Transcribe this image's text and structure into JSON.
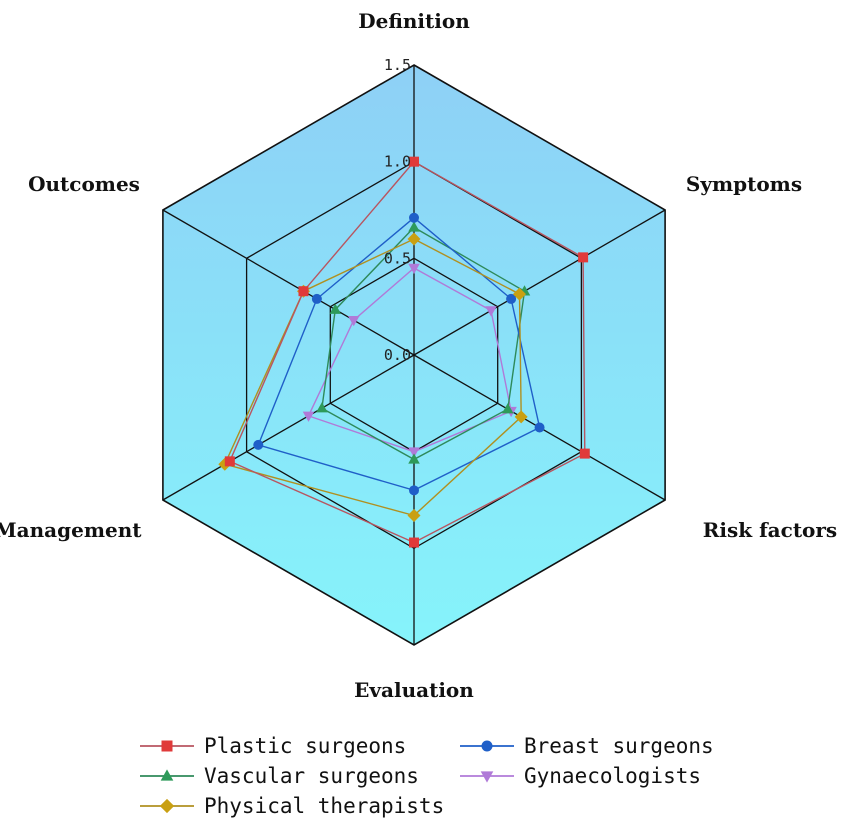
{
  "chart_data": {
    "type": "radar",
    "axes": [
      "Definition",
      "Symptoms",
      "Risk factors",
      "Evaluation",
      "Management",
      "Outcomes"
    ],
    "rlim": [
      0,
      1.5
    ],
    "ticks": [
      0.0,
      0.5,
      1.0,
      1.5
    ],
    "tick_labels": [
      "0.0",
      "0.5",
      "1.0",
      "1.5"
    ],
    "grid": true,
    "legend_position": "bottom",
    "series": [
      {
        "name": "Plastic surgeons",
        "values": [
          1.0,
          1.01,
          1.02,
          0.97,
          1.1,
          0.66
        ],
        "color": "#e03a3a",
        "line": "#b85560",
        "marker": "square"
      },
      {
        "name": "Breast surgeons",
        "values": [
          0.71,
          0.58,
          0.75,
          0.7,
          0.93,
          0.58
        ],
        "color": "#1f5fc8",
        "line": "#1f5fc8",
        "marker": "circle"
      },
      {
        "name": "Vascular surgeons",
        "values": [
          0.66,
          0.66,
          0.56,
          0.54,
          0.55,
          0.47
        ],
        "color": "#2e9a5a",
        "line": "#2e8a5a",
        "marker": "triangle-up"
      },
      {
        "name": "Gynaecologists",
        "values": [
          0.45,
          0.46,
          0.58,
          0.5,
          0.63,
          0.36
        ],
        "color": "#b07ad8",
        "line": "#b07ad8",
        "marker": "triangle-down"
      },
      {
        "name": "Physical therapists",
        "values": [
          0.6,
          0.63,
          0.64,
          0.83,
          1.13,
          0.66
        ],
        "color": "#c9a012",
        "line": "#b09020",
        "marker": "diamond"
      }
    ]
  }
}
